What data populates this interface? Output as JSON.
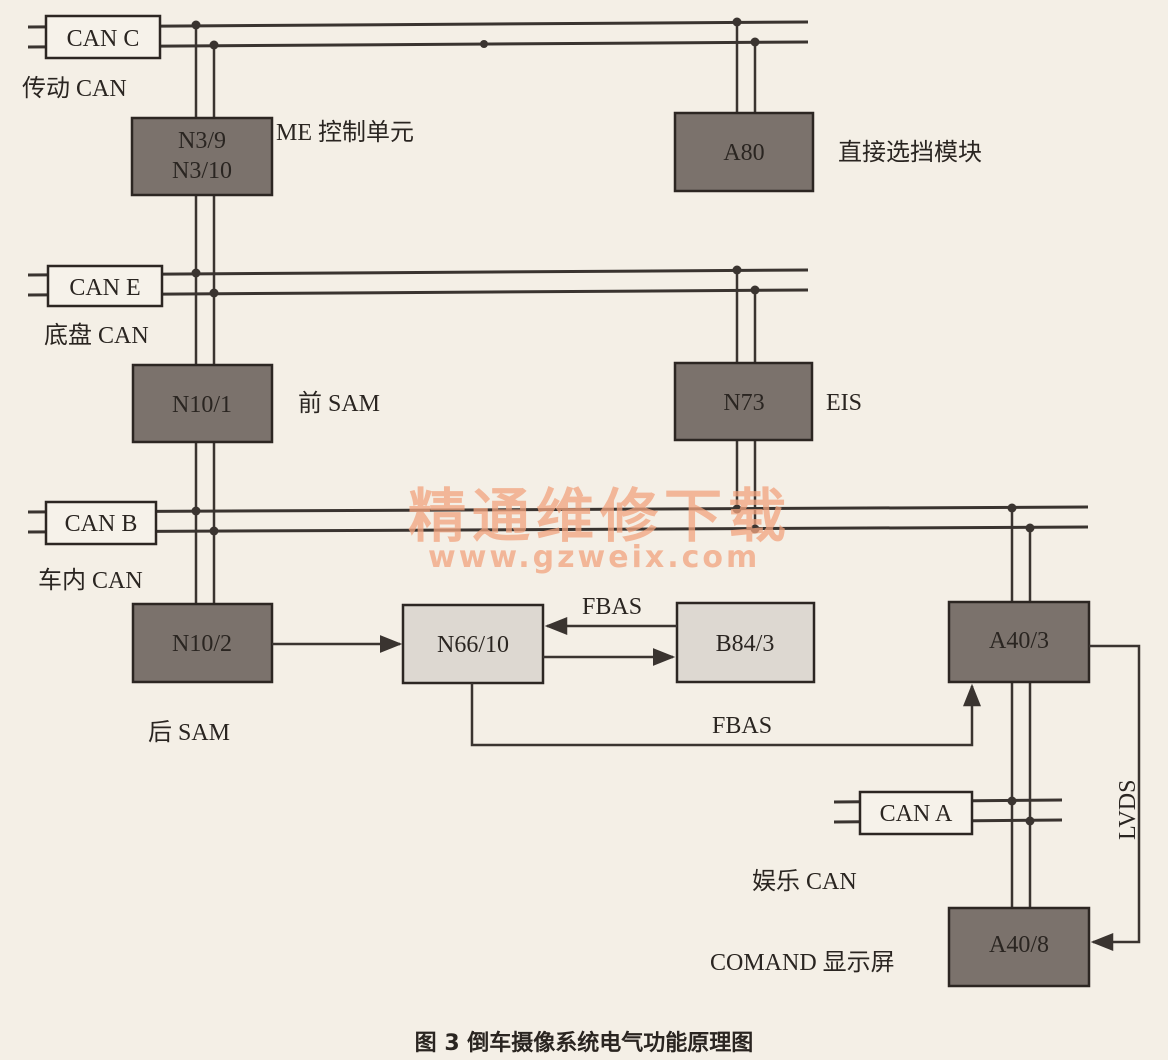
{
  "buses": {
    "can_c": {
      "tag": "CAN C",
      "label": "传动 CAN"
    },
    "can_e": {
      "tag": "CAN E",
      "label": "底盘 CAN"
    },
    "can_b": {
      "tag": "CAN B",
      "label": "车内 CAN"
    },
    "can_a": {
      "tag": "CAN A",
      "label": "娱乐 CAN"
    }
  },
  "modules": {
    "n3": {
      "code_line1": "N3/9",
      "code_line2": "N3/10",
      "label": "ME 控制单元"
    },
    "a80": {
      "code": "A80",
      "label": "直接选挡模块"
    },
    "n10_1": {
      "code": "N10/1",
      "label": "前 SAM"
    },
    "n73": {
      "code": "N73",
      "label": "EIS"
    },
    "n10_2": {
      "code": "N10/2",
      "label": "后 SAM"
    },
    "n66": {
      "code": "N66/10"
    },
    "b84": {
      "code": "B84/3"
    },
    "a40_3": {
      "code": "A40/3"
    },
    "a40_8": {
      "code": "A40/8",
      "label": "COMAND 显示屏"
    }
  },
  "signals": {
    "fbas_top": "FBAS",
    "fbas_bottom": "FBAS",
    "lvds": "LVDS"
  },
  "watermark": {
    "text": "精通维修下载",
    "url": "www.gzweix.com"
  },
  "caption": "图 3   倒车摄像系统电气功能原理图"
}
